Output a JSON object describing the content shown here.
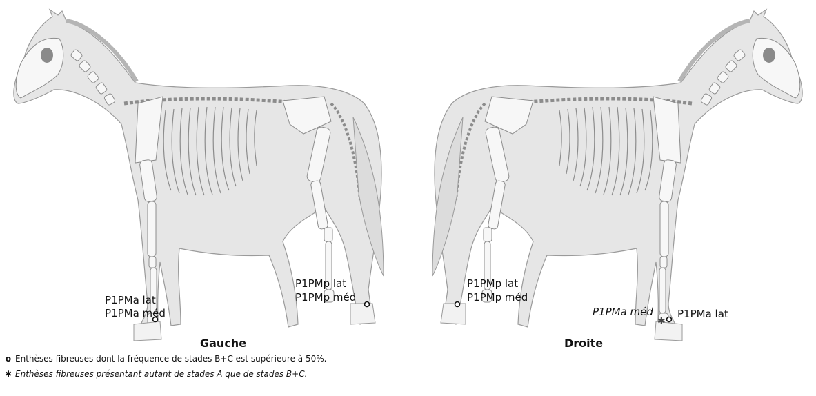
{
  "left_horse": {
    "side_label": "Gauche",
    "fore_labels": [
      "P1PMa lat",
      "P1PMa méd"
    ],
    "hind_labels": [
      "P1PMp lat",
      "P1PMp méd"
    ]
  },
  "right_horse": {
    "side_label": "Droite",
    "hind_labels": [
      "P1PMp lat",
      "P1PMp méd"
    ],
    "fore_italic_label": "P1PMa méd",
    "fore_label": "P1PMa lat"
  },
  "legend": [
    {
      "symbol": "o",
      "text": "Enthèses fibreuses dont la fréquence de stades B+C est supérieure à 50%."
    },
    {
      "symbol": "✱",
      "text": "Enthèses fibreuses présentant autant de stades A que de stades B+C."
    }
  ],
  "colors": {
    "body": "#e6e6e6",
    "outline": "#9a9a9a",
    "bone": "#f7f7f7",
    "bone_line": "#8c8c8c",
    "eye": "#8a8a8a"
  }
}
